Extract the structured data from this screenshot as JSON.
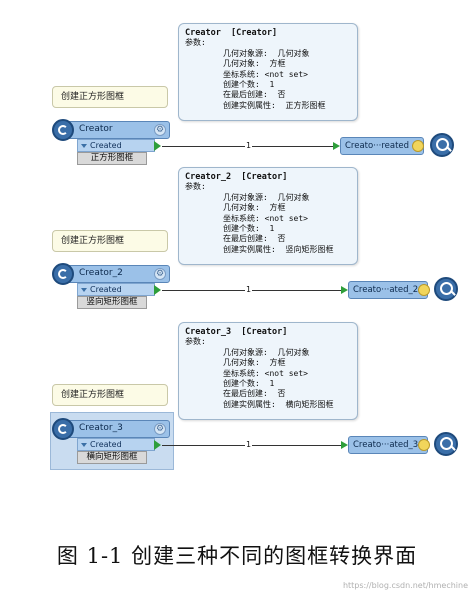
{
  "groups": [
    {
      "tooltip": {
        "title": "Creator  [Creator]",
        "params_label": "参数:",
        "rows": [
          "几何对象源:  几何对象",
          "几何对象:  方框",
          "坐标系统: <not set>",
          "创建个数:  1",
          "在最后创建:  否",
          "创建实例属性:  正方形图框"
        ]
      },
      "note": "创建正方形图框",
      "node": {
        "name": "Creator",
        "port": "Created",
        "tag": "正方形图框"
      },
      "connection_count": "1",
      "inspector": {
        "label": "Creato···reated"
      }
    },
    {
      "tooltip": {
        "title": "Creator_2  [Creator]",
        "params_label": "参数:",
        "rows": [
          "几何对象源:  几何对象",
          "几何对象:  方框",
          "坐标系统: <not set>",
          "创建个数:  1",
          "在最后创建:  否",
          "创建实例属性:  竖向矩形图框"
        ]
      },
      "note": "创建正方形图框",
      "node": {
        "name": "Creator_2",
        "port": "Created",
        "tag": "竖向矩形图框"
      },
      "connection_count": "1",
      "inspector": {
        "label": "Creato···ated_2"
      }
    },
    {
      "tooltip": {
        "title": "Creator_3  [Creator]",
        "params_label": "参数:",
        "rows": [
          "几何对象源:  几何对象",
          "几何对象:  方框",
          "坐标系统: <not set>",
          "创建个数:  1",
          "在最后创建:  否",
          "创建实例属性:  横向矩形图框"
        ]
      },
      "note": "创建正方形图框",
      "node": {
        "name": "Creator_3",
        "port": "Created",
        "tag": "横向矩形图框"
      },
      "connection_count": "1",
      "inspector": {
        "label": "Creato···ated_3"
      }
    }
  ],
  "caption": "图 1-1 创建三种不同的图框转换界面",
  "watermark": "https://blog.csdn.net/hmechine",
  "icons": {
    "gear": "gear-icon",
    "inspect": "inspect-magnifier-icon",
    "transformer": "transformer-icon"
  }
}
